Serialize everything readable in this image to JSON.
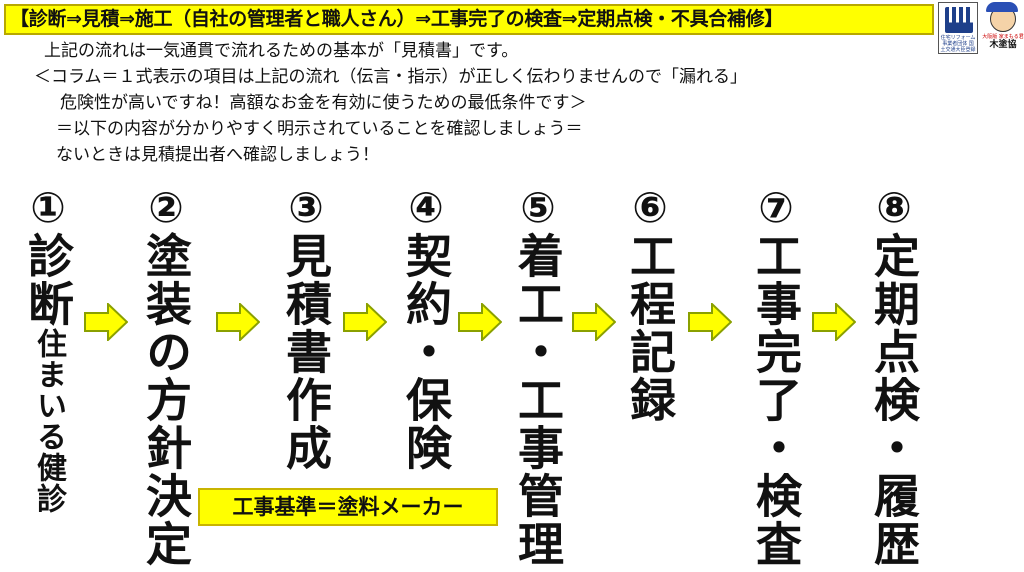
{
  "header": {
    "title": "【診断⇒見積⇒施工（自社の管理者と職人さん）⇒工事完了の検査⇒定期点検・不具合補修】"
  },
  "logos": {
    "reform_text": "住宅リフォーム事業者団体 国土交通大臣登録",
    "mascot_small": "大阪版 家まもる君",
    "mascot_big": "木塗協"
  },
  "intro": {
    "line1": "上記の流れは一気通貫で流れるための基本が「見積書」です。",
    "line2": "＜コラム＝１式表示の項目は上記の流れ（伝言・指示）が正しく伝わりませんので「漏れる」",
    "line3": "危険性が高いですね！高額なお金を有効に使うための最低条件です＞",
    "line4": "＝以下の内容が分かりやすく明示されていることを確認しましょう＝",
    "line5": "ないときは見積提出者へ確認しましょう！"
  },
  "steps": [
    {
      "num": "①",
      "label": "診断",
      "sub": "住まいる健診"
    },
    {
      "num": "②",
      "label": "塗装の方針決定"
    },
    {
      "num": "③",
      "label": "見積書作成"
    },
    {
      "num": "④",
      "label": "契約・保険"
    },
    {
      "num": "⑤",
      "label": "着工・工事管理"
    },
    {
      "num": "⑥",
      "label": "工程記録"
    },
    {
      "num": "⑦",
      "label": "工事完了・検査"
    },
    {
      "num": "⑧",
      "label": "定期点検・履歴"
    }
  ],
  "note": {
    "text": "工事基準＝塗料メーカー"
  },
  "colors": {
    "highlight": "#ffff00",
    "arrow_fill": "#ffff00",
    "arrow_stroke": "#8aa000"
  }
}
